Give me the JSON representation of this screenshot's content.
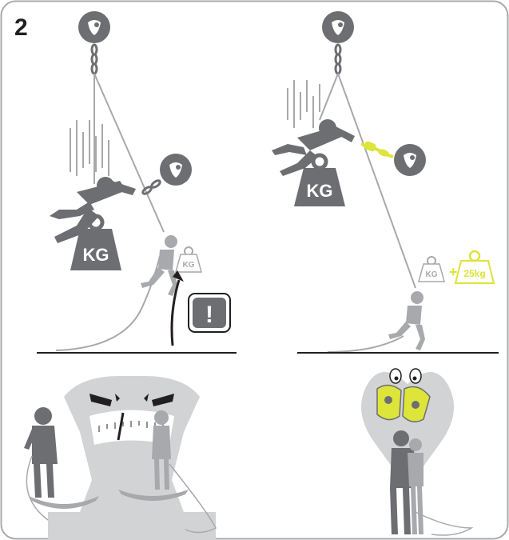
{
  "step_number": "2",
  "labels": {
    "kg_large_left": "KG",
    "kg_small_left": "KG",
    "kg_large_right": "KG",
    "kg_small_right": "KG",
    "plus_sign": "+",
    "added_weight": "25kg",
    "warning_symbol": "!"
  },
  "colors": {
    "figure_gray": "#6d6e71",
    "light_gray": "#a7a9ac",
    "pale_gray": "#d1d3d4",
    "accent_yellow": "#dde43a",
    "background": "#ffffff"
  }
}
